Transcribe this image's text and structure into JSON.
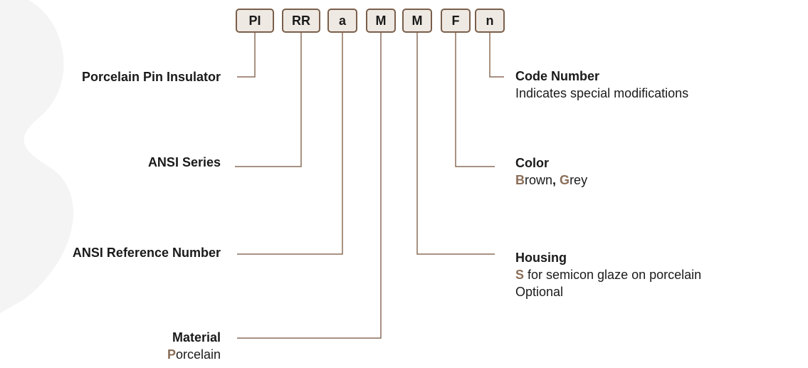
{
  "colors": {
    "accent": "#8b6e58",
    "box_fill": "#efe9e3",
    "box_border": "#7a5f4b",
    "line": "#8b6e58"
  },
  "code_boxes": [
    "PI",
    "RR",
    "a",
    "M",
    "M",
    "F",
    "n"
  ],
  "left_labels": {
    "porcelain_pin_insulator": "Porcelain Pin Insulator",
    "ansi_series": "ANSI Series",
    "ansi_reference_number": "ANSI Reference Number",
    "material": {
      "title": "Material",
      "value_initial": "P",
      "value_rest": "orcelain"
    }
  },
  "right_labels": {
    "code_number": {
      "title": "Code Number",
      "desc": "Indicates special modifications"
    },
    "color": {
      "title": "Color",
      "opt1_initial": "B",
      "opt1_rest": "rown",
      "separator": ",",
      "opt2_initial": "G",
      "opt2_rest": "rey"
    },
    "housing": {
      "title": "Housing",
      "opt_initial": "S",
      "opt_rest": " for semicon glaze on porcelain",
      "note": "Optional"
    }
  }
}
